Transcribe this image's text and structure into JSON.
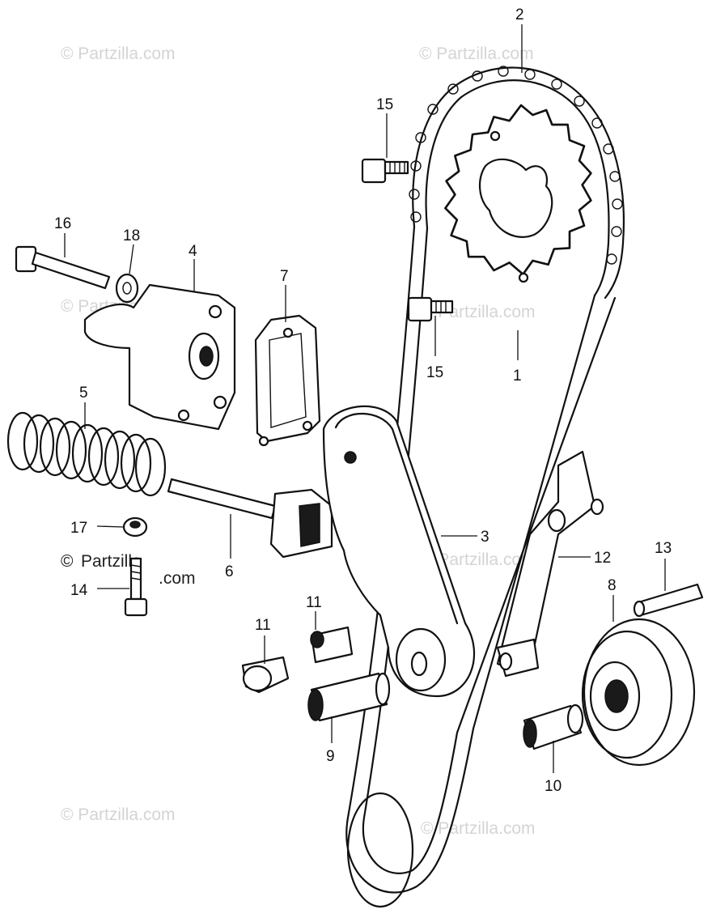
{
  "watermark": {
    "text": "© Partzilla.com",
    "copyright_symbol": "©",
    "brand": "Partzilla.com"
  },
  "callouts": {
    "c1": "1",
    "c2": "2",
    "c3": "3",
    "c4": "4",
    "c5": "5",
    "c6": "6",
    "c7": "7",
    "c8": "8",
    "c9": "9",
    "c10": "10",
    "c11a": "11",
    "c11b": "11",
    "c12": "12",
    "c13": "13",
    "c14": "14",
    "c15a": "15",
    "c15b": "15",
    "c16": "16",
    "c17": "17",
    "c18": "18"
  },
  "colors": {
    "ink": "#111111",
    "background": "#ffffff",
    "watermark": "#d4d4d4"
  }
}
